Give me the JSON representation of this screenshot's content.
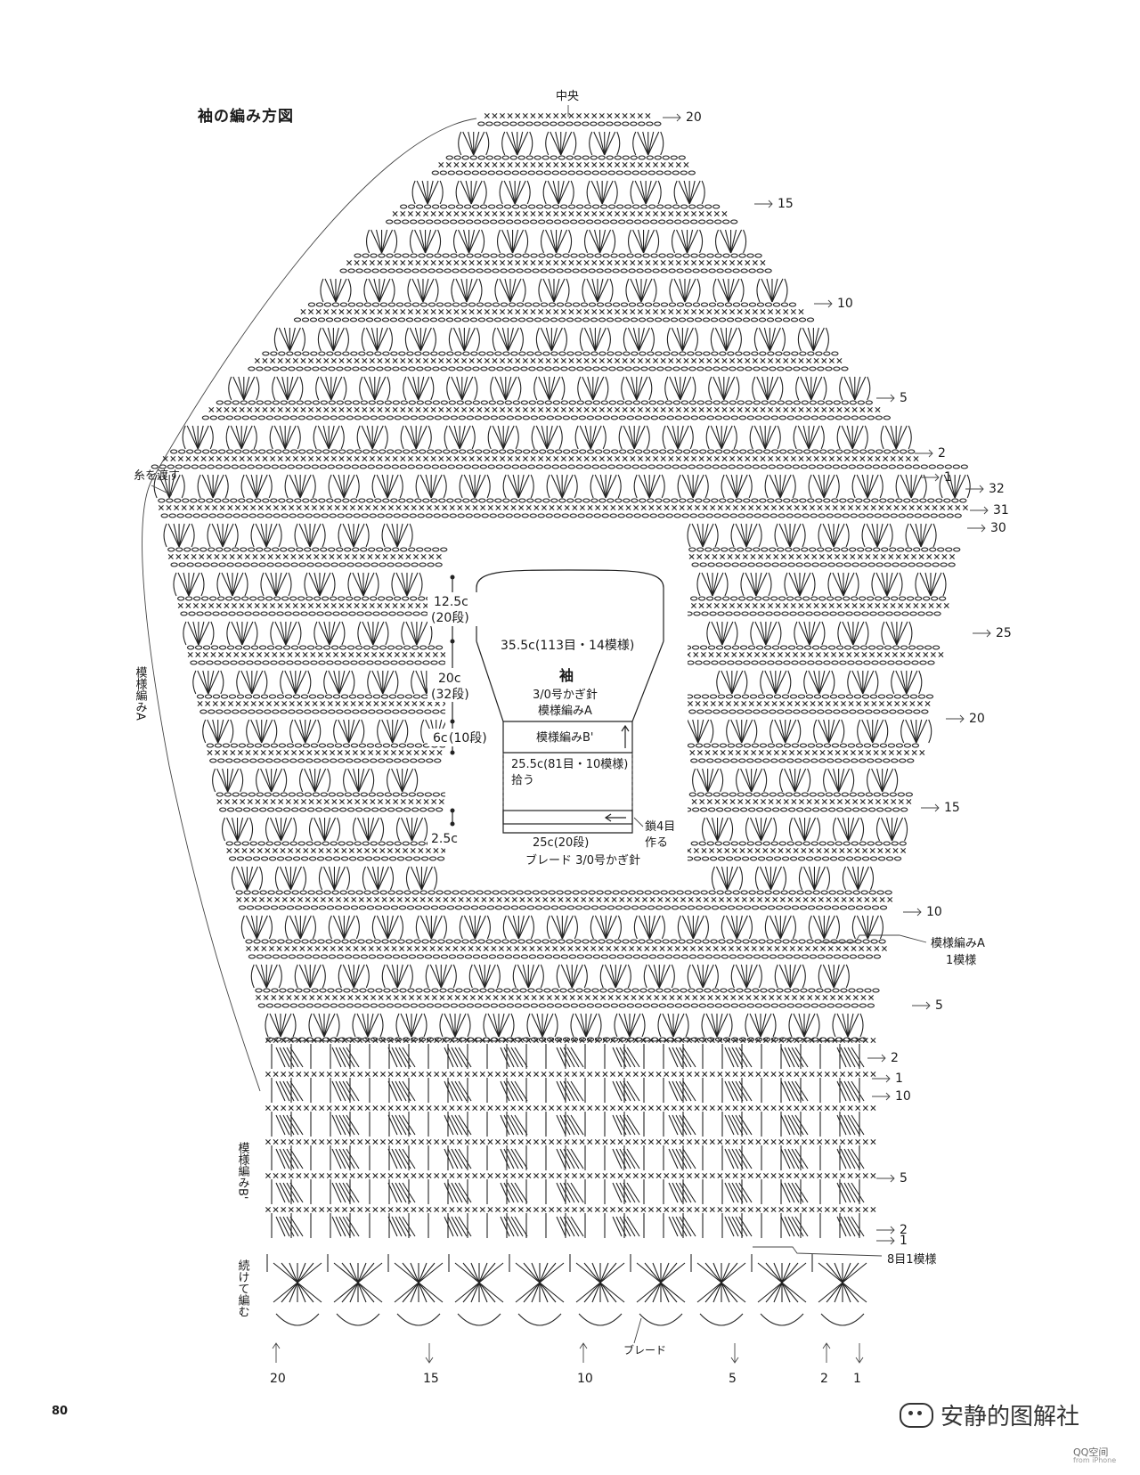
{
  "page": {
    "title": "袖の編み方図",
    "number": "80"
  },
  "labels": {
    "center": "中央",
    "yarn_pass": "糸を渡す",
    "pattern_a_vertical": "模様編みA",
    "pattern_b_vertical": "模様編みB'",
    "continue_vertical": "続けて編む",
    "pattern_a_repeat_line1": "模様編みA",
    "pattern_a_repeat_line2": "1模様",
    "pattern_b_repeat": "8目1模様",
    "braid": "ブレード"
  },
  "row_markers_right": [
    {
      "text": "20",
      "group": "cap"
    },
    {
      "text": "15",
      "group": "cap"
    },
    {
      "text": "10",
      "group": "cap"
    },
    {
      "text": "5",
      "group": "cap"
    },
    {
      "text": "2",
      "group": "cap"
    },
    {
      "text": "1",
      "group": "cap"
    },
    {
      "text": "32",
      "group": "body"
    },
    {
      "text": "31",
      "group": "body"
    },
    {
      "text": "30",
      "group": "body"
    },
    {
      "text": "25",
      "group": "body"
    },
    {
      "text": "20",
      "group": "body"
    },
    {
      "text": "15",
      "group": "body"
    },
    {
      "text": "10",
      "group": "body"
    },
    {
      "text": "5",
      "group": "body"
    },
    {
      "text": "2",
      "group": "body"
    },
    {
      "text": "1",
      "group": "body"
    },
    {
      "text": "10",
      "group": "cuff"
    },
    {
      "text": "5",
      "group": "cuff"
    },
    {
      "text": "2",
      "group": "cuff"
    },
    {
      "text": "1",
      "group": "cuff"
    }
  ],
  "braid_markers_bottom": [
    "20",
    "15",
    "10",
    "5",
    "2",
    "1"
  ],
  "schematic": {
    "title": "袖",
    "hook": "3/0号かぎ針",
    "pattern": "模様編みA",
    "top_width": "35.5c(113目・14模様)",
    "band_label": "模様編みB'",
    "pickup_width": "25.5c(81目・10模様)",
    "pickup_label": "拾う",
    "chain_label_1": "鎖4目",
    "chain_label_2": "作る",
    "braid_width": "25c(20段)",
    "braid_caption": "ブレード 3/0号かぎ針",
    "dims": [
      {
        "value": "12.5c",
        "rows": "(20段)"
      },
      {
        "value": "20c",
        "rows": "(32段)"
      },
      {
        "value": "6c",
        "rows": "(10段)"
      },
      {
        "value": "2.5c",
        "rows": ""
      }
    ]
  },
  "watermark": {
    "text": "安静的图解社",
    "qq": "QQ空间",
    "qq_sub": "from iPhone"
  }
}
